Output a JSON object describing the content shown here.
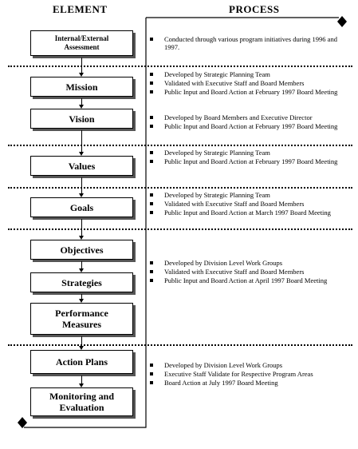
{
  "headers": {
    "element": "ELEMENT",
    "process": "PROCESS"
  },
  "elements": [
    {
      "id": "assessment",
      "lines": [
        "Internal/External",
        "Assessment"
      ]
    },
    {
      "id": "mission",
      "lines": [
        "Mission"
      ]
    },
    {
      "id": "vision",
      "lines": [
        "Vision"
      ]
    },
    {
      "id": "values",
      "lines": [
        "Values"
      ]
    },
    {
      "id": "goals",
      "lines": [
        "Goals"
      ]
    },
    {
      "id": "objectives",
      "lines": [
        "Objectives"
      ]
    },
    {
      "id": "strategies",
      "lines": [
        "Strategies"
      ]
    },
    {
      "id": "performance-measures",
      "lines": [
        "Performance",
        "Measures"
      ]
    },
    {
      "id": "action-plans",
      "lines": [
        "Action Plans"
      ]
    },
    {
      "id": "monitoring-evaluation",
      "lines": [
        "Monitoring and",
        "Evaluation"
      ]
    }
  ],
  "processes": [
    {
      "id": "assessment",
      "items": [
        "Conducted through various program initiatives during 1996 and 1997."
      ]
    },
    {
      "id": "mission",
      "items": [
        "Developed by Strategic Planning Team",
        "Validated with Executive Staff and Board Members",
        "Public Input and Board Action at February 1997 Board Meeting"
      ]
    },
    {
      "id": "vision",
      "items": [
        "Developed by Board Members and Executive Director",
        "Public Input and Board Action at February 1997 Board Meeting"
      ]
    },
    {
      "id": "values",
      "items": [
        "Developed by Strategic Planning Team",
        "Public Input and Board Action at February 1997 Board Meeting"
      ]
    },
    {
      "id": "goals",
      "items": [
        "Developed by Strategic Planning Team",
        "Validated with Executive Staff and Board Members",
        "Public Input and Board Action at March 1997 Board Meeting"
      ]
    },
    {
      "id": "objectives-strategies-measures",
      "items": [
        "Developed by Division Level Work Groups",
        "Validated with Executive Staff and Board Members",
        "Public Input and Board Action at April 1997 Board Meeting"
      ]
    },
    {
      "id": "action-plans-monitoring",
      "items": [
        "Developed by Division Level Work Groups",
        "Executive Staff Validate for Respective Program Areas",
        "Board Action at July 1997 Board Meeting"
      ]
    }
  ]
}
